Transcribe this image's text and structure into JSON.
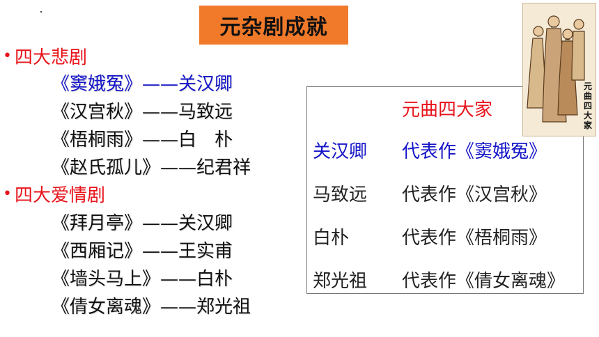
{
  "title": "元杂剧成就",
  "tragedies": {
    "heading": "四大悲剧",
    "items": [
      "《窦娥冤》——关汉卿",
      "《汉宫秋》——马致远",
      "《梧桐雨》——白　朴",
      "《赵氏孤儿》——纪君祥"
    ]
  },
  "romances": {
    "heading": "四大爱情剧",
    "items": [
      "《拜月亭》——关汉卿",
      "《西厢记》——王实甫",
      "《墙头马上》——白朴",
      "《倩女离魂》——郑光祖"
    ]
  },
  "masters_table": {
    "header": "元曲四大家",
    "rows": [
      {
        "name": "关汉卿",
        "work": "代表作《窦娥冤》"
      },
      {
        "name": "马致远",
        "work": "代表作《汉宫秋》"
      },
      {
        "name": "白朴",
        "work": "代表作《梧桐雨》"
      },
      {
        "name": "郑光祖",
        "work": "代表作《倩女离魂》"
      }
    ]
  },
  "illustration": {
    "caption": "元曲四大家"
  },
  "colors": {
    "title_bg": "#f07a2a",
    "heading_red": "#e8141b",
    "highlight_blue": "#1414c8"
  }
}
